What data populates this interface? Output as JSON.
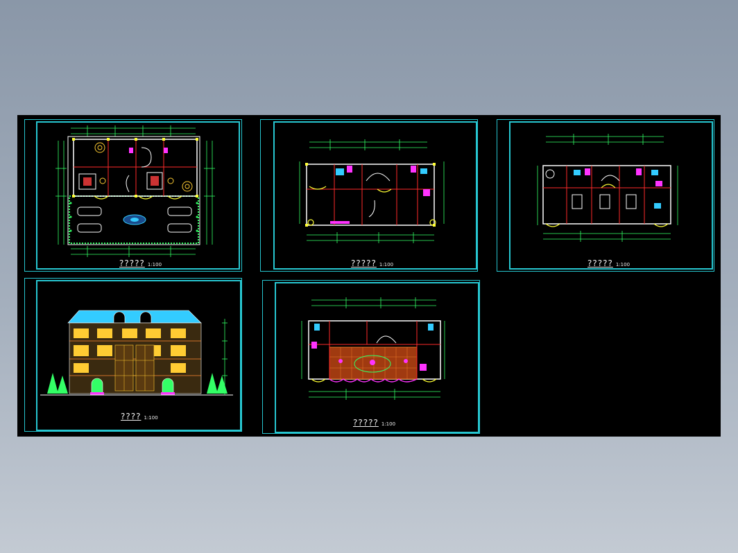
{
  "background": {
    "outer": "#9aa6b5",
    "canvas": "#000000",
    "frame": "#27c7d1"
  },
  "drawings": [
    {
      "id": "site-plan",
      "title": "?????",
      "scale": "1:100"
    },
    {
      "id": "second-floor-plan",
      "title": "?????",
      "scale": "1:100"
    },
    {
      "id": "third-floor-plan",
      "title": "?????",
      "scale": "1:100"
    },
    {
      "id": "front-elevation",
      "title": "????",
      "scale": "1:100"
    },
    {
      "id": "roof-plan",
      "title": "?????",
      "scale": "1:100"
    }
  ]
}
